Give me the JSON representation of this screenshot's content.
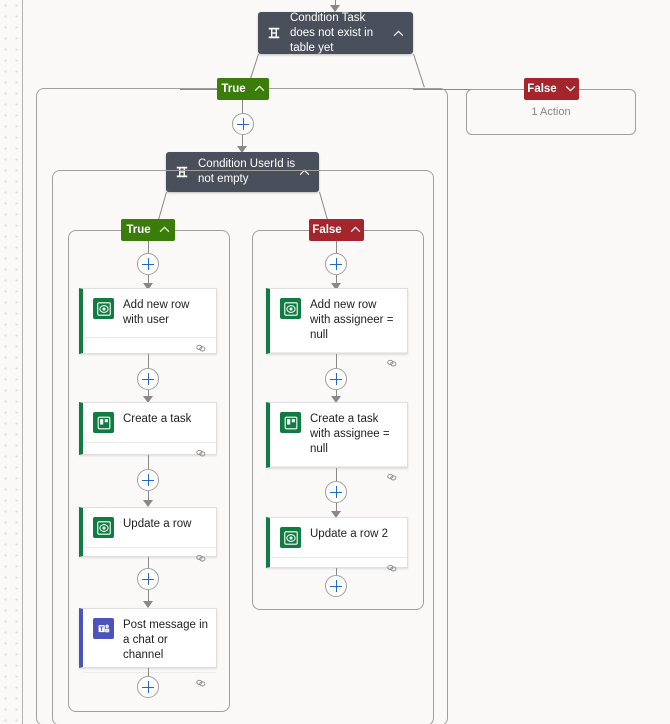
{
  "flow": {
    "root_condition": {
      "label": "Condition Task does not exist in table yet",
      "icon": "condition-icon",
      "chevron": "chevron-up-icon",
      "expanded": true
    },
    "root_branches": {
      "true": {
        "label": "True",
        "chevron": "chevron-up-icon",
        "color": "#3a7d0b",
        "expanded": true
      },
      "false": {
        "label": "False",
        "chevron": "chevron-down-icon",
        "color": "#a4262c",
        "expanded": false,
        "summary": "1 Action"
      }
    },
    "inner_condition": {
      "label": "Condition UserId is not empty",
      "icon": "condition-icon",
      "chevron": "chevron-up-icon",
      "expanded": true
    },
    "inner_branches": {
      "true": {
        "label": "True",
        "chevron": "chevron-up-icon",
        "color": "#3a7d0b",
        "expanded": true,
        "actions": [
          {
            "label": "Add new row with user",
            "icon": "dataverse-icon",
            "app": "dataverse",
            "accent": "#107c41",
            "footer_icon": "connection-icon"
          },
          {
            "label": "Create a task",
            "icon": "planner-icon",
            "app": "planner",
            "accent": "#107c41",
            "footer_icon": "connection-icon"
          },
          {
            "label": "Update a row",
            "icon": "dataverse-icon",
            "app": "dataverse",
            "accent": "#107c41",
            "footer_icon": "connection-icon"
          },
          {
            "label": "Post message in a chat or channel",
            "icon": "teams-icon",
            "app": "teams",
            "accent": "#4b53bc",
            "footer_icon": "connection-icon"
          }
        ]
      },
      "false": {
        "label": "False",
        "chevron": "chevron-up-icon",
        "color": "#a4262c",
        "expanded": true,
        "actions": [
          {
            "label": "Add new row with assigneer = null",
            "icon": "dataverse-icon",
            "app": "dataverse",
            "accent": "#107c41",
            "footer_icon": "connection-icon"
          },
          {
            "label": "Create a task with assignee = null",
            "icon": "planner-icon",
            "app": "planner",
            "accent": "#107c41",
            "footer_icon": "connection-icon"
          },
          {
            "label": "Update a row 2",
            "icon": "dataverse-icon",
            "app": "dataverse",
            "accent": "#107c41",
            "footer_icon": "connection-icon"
          }
        ]
      }
    },
    "add_buttons": {
      "label": "+",
      "name": "add-step-button"
    },
    "colors": {
      "canvas": "#faf9f8",
      "condition_node": "#4a4f5c",
      "true_branch": "#3a7d0b",
      "false_branch": "#a4262c",
      "connector": "#8a8886",
      "plus_accent": "#2266cc",
      "dataverse": "#107c41",
      "teams": "#4b53bc"
    }
  }
}
